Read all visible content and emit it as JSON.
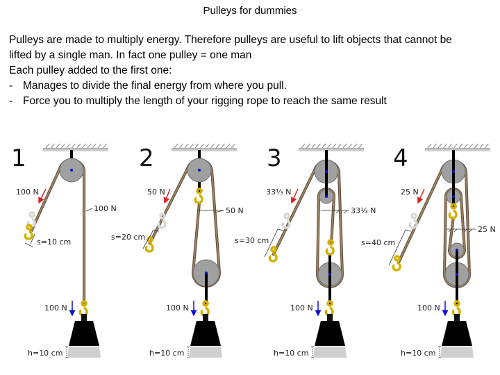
{
  "title": "Pulleys for dummies",
  "body": {
    "paragraph_1": "Pulleys are made to multiply energy. Therefore pulleys are useful to lift objects that cannot be",
    "paragraph_2": "lifted by a single man. In fact one pulley = one man",
    "paragraph_3": "Each pulley added to the first one:",
    "bullets": [
      {
        "dash": "-",
        "text": "Manages to divide the final energy from where you pull."
      },
      {
        "dash": "-",
        "text": "Force you to multiply the length of your rigging rope to reach the same result"
      }
    ]
  },
  "diagram": {
    "panels": [
      {
        "number": "1",
        "pull_force": "100 N",
        "rope_tension": "100 N",
        "pull_distance": "s=10 cm",
        "load": "100 N",
        "lift_height": "h=10 cm"
      },
      {
        "number": "2",
        "pull_force": "50 N",
        "rope_tension": "50 N",
        "pull_distance": "s=20 cm",
        "load": "100 N",
        "lift_height": "h=10 cm"
      },
      {
        "number": "3",
        "pull_force": "33⅓ N",
        "rope_tension": "33⅓ N",
        "pull_distance": "s=30 cm",
        "load": "100 N",
        "lift_height": "h=10 cm"
      },
      {
        "number": "4",
        "pull_force": "25 N",
        "rope_tension": "25 N",
        "pull_distance": "s=40 cm",
        "load": "100 N",
        "lift_height": "h=10 cm"
      }
    ],
    "colors": {
      "pull_arrow": "#e02020",
      "load_arrow": "#1010d0",
      "rope": "#8b7355",
      "hook": "#e8c400"
    }
  }
}
